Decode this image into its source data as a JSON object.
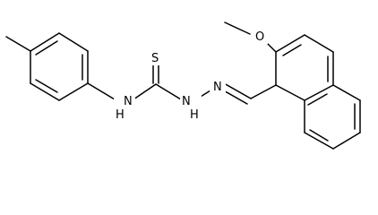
{
  "diagram": {
    "type": "chemical-structure",
    "bond_color": "#000000",
    "background_color": "#ffffff",
    "atom_labels": {
      "oxygen": "O",
      "sulfur": "S",
      "left_amine": "N",
      "left_amine_h": "H",
      "right_amine": "N",
      "right_amine_h": "H",
      "imine": "N"
    }
  }
}
